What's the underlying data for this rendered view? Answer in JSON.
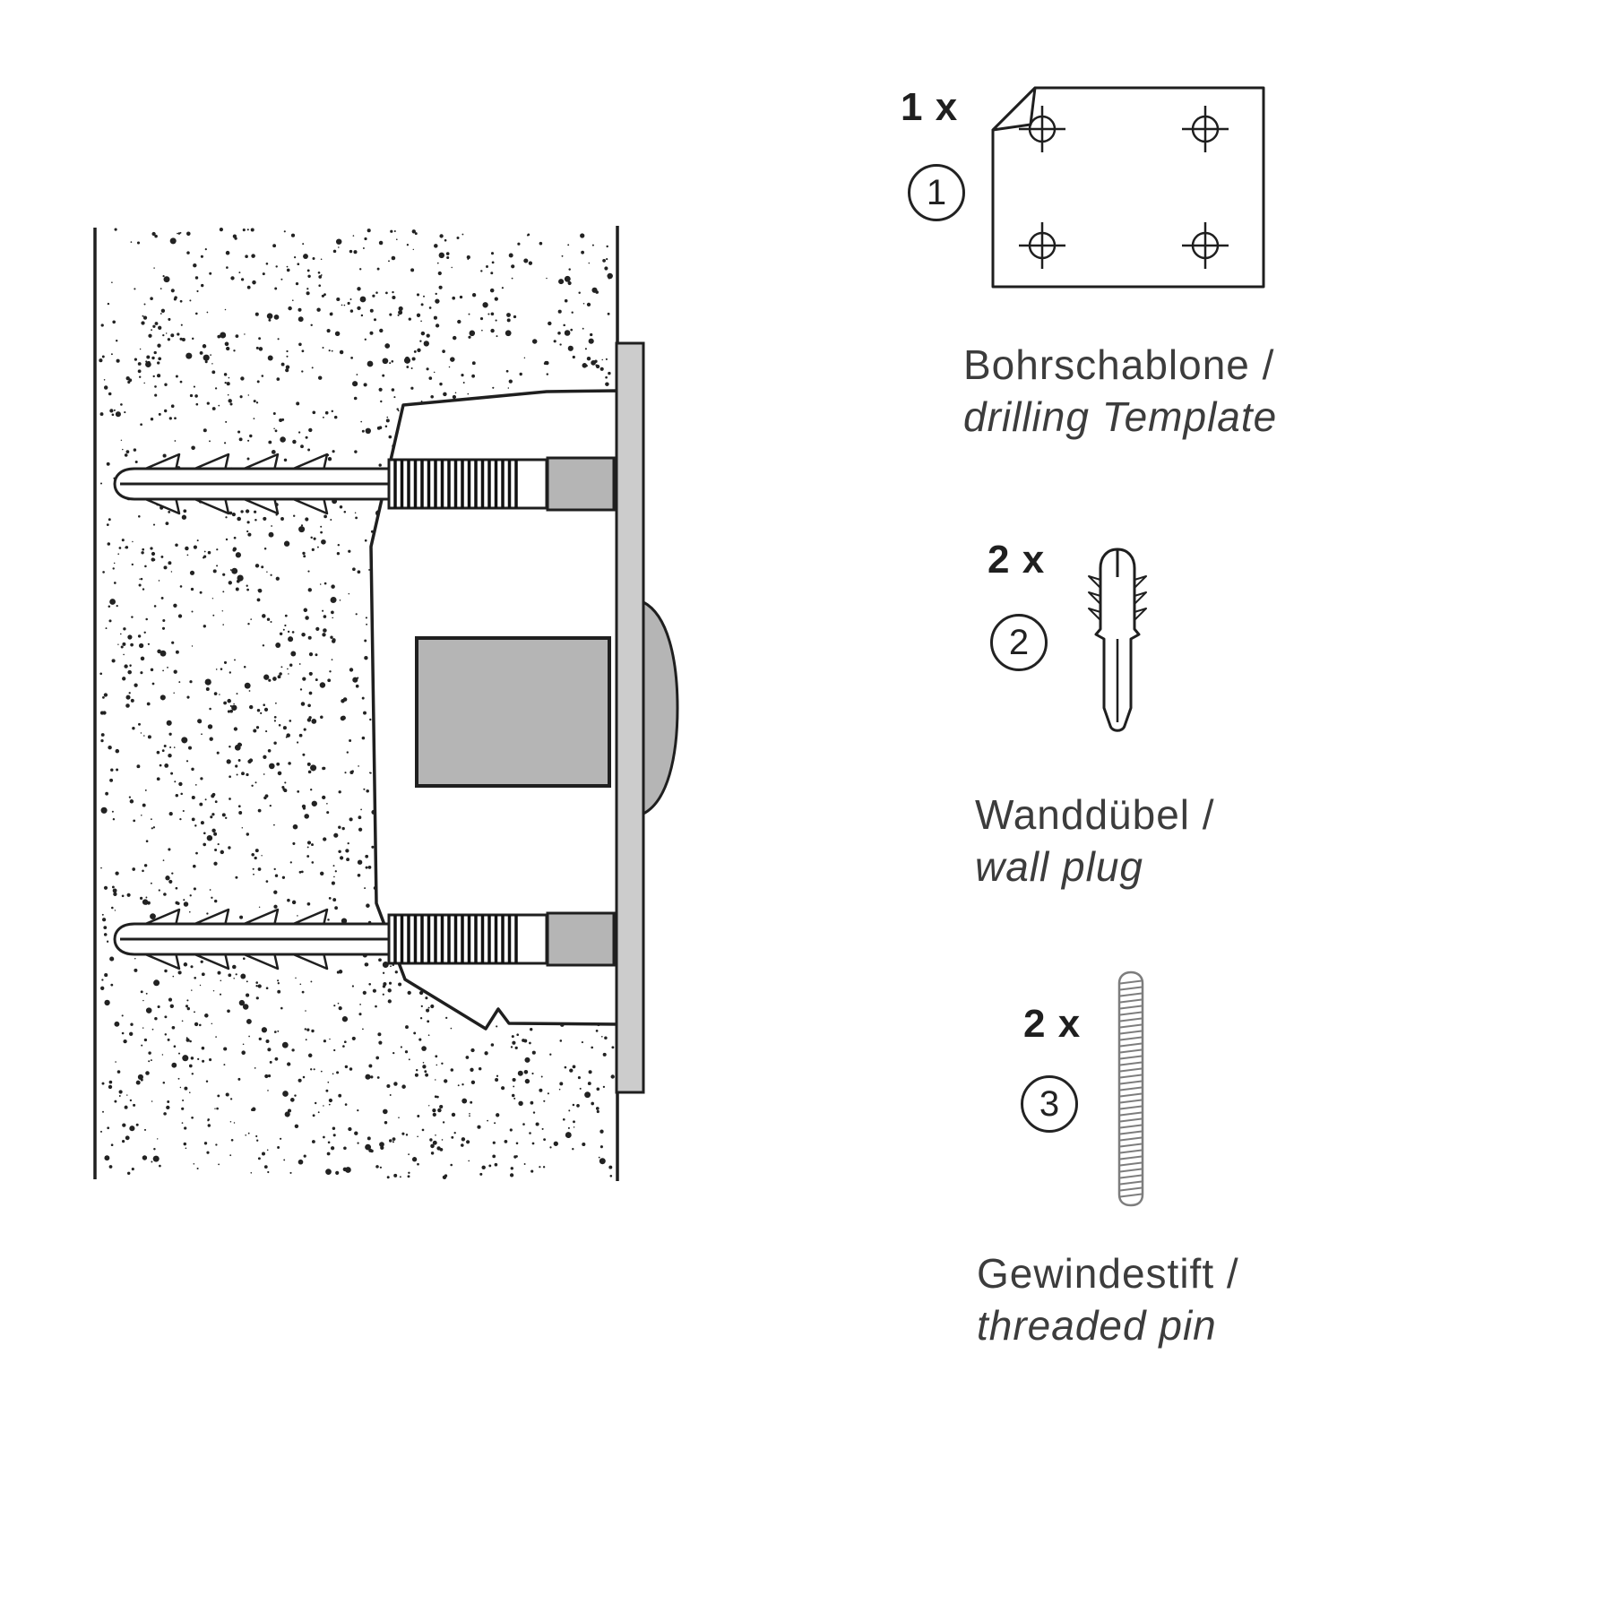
{
  "parts": [
    {
      "qty": "1 x",
      "number": "1",
      "label_de": "Bohrschablone /",
      "label_en": "drilling Template",
      "icon": "drilling-template-icon"
    },
    {
      "qty": "2 x",
      "number": "2",
      "label_de": "Wanddübel /",
      "label_en": "wall plug",
      "icon": "wall-plug-icon"
    },
    {
      "qty": "2 x",
      "number": "3",
      "label_de": "Gewindestift /",
      "label_en": "threaded pin",
      "icon": "threaded-pin-icon"
    }
  ],
  "colors": {
    "line": "#1f1f1f",
    "part_gray": "#b5b5b5",
    "plate_gray": "#cccccc",
    "pin_gray": "#7d7d7d",
    "text": "#3c3c3c"
  }
}
